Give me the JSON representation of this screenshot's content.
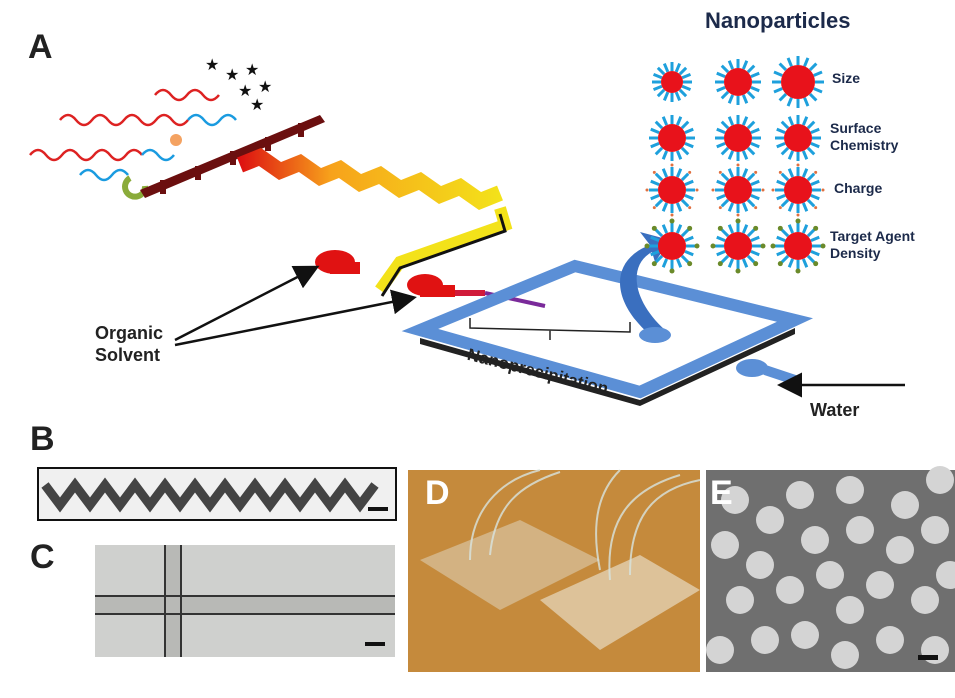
{
  "panels": {
    "a": "A",
    "b": "B",
    "c": "C",
    "d": "D",
    "e": "E"
  },
  "nanoparticles": {
    "title": "Nanoparticles",
    "properties": [
      "Size",
      "Surface Chemistry",
      "Charge",
      "Target Agent Density"
    ]
  },
  "labels": {
    "organic_solvent": "Organic Solvent",
    "nanoprecipitation": "Nanoprecipitation",
    "water": "Water"
  },
  "colors": {
    "channel_blue": "#5b8fd6",
    "particle_red": "#e8121b",
    "ligand_blue": "#1ea0dc",
    "d_background": "#c58a3c",
    "e_background": "#6f6f6f"
  }
}
